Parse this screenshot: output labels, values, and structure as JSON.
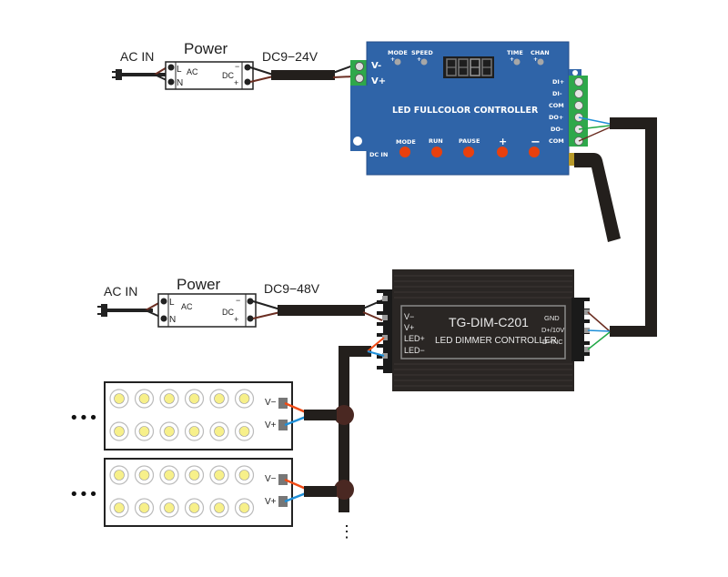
{
  "psu1": {
    "ac_in": "AC IN",
    "title": "Power",
    "ac_label": "AC",
    "l": "L",
    "n": "N",
    "dc_label": "DC",
    "minus": "−",
    "plus": "+",
    "output": "DC9−24V"
  },
  "psu2": {
    "ac_in": "AC IN",
    "title": "Power",
    "ac_label": "AC",
    "l": "L",
    "n": "N",
    "dc_label": "DC",
    "minus": "−",
    "plus": "+",
    "output": "DC9−48V"
  },
  "fullcolor_controller": {
    "title": "LED FULLCOLOR CONTROLLER",
    "v_minus": "V-",
    "v_plus": "V+",
    "dc_in": "DC IN",
    "indicator_labels": [
      "MODE",
      "SPEED",
      "TIME",
      "CHAN"
    ],
    "indicator_plus": "+",
    "buttons": [
      "MODE",
      "RUN",
      "PAUSE",
      "+",
      "−"
    ],
    "terminals": [
      "DI+",
      "DI-",
      "COM",
      "DO+",
      "DO-",
      "COM"
    ],
    "display": "8888"
  },
  "dimmer_controller": {
    "model": "TG-DIM-C201",
    "title": "LED DIMMER CONTROLLER",
    "left_terminals": [
      "V−",
      "V+",
      "LED+",
      "LED−"
    ],
    "right_terminals": [
      "GND",
      "D+/10V",
      "D−/NC"
    ]
  },
  "led_modules": [
    {
      "v_minus": "V−",
      "v_plus": "V+",
      "continuation": "•••",
      "rows": 2,
      "leds_per_row": 6
    },
    {
      "v_minus": "V−",
      "v_plus": "V+",
      "continuation": "•••",
      "rows": 2,
      "leds_per_row": 6
    }
  ],
  "bus_continuation": "⋮",
  "colors": {
    "controller_blue": "#2f64a8",
    "terminal_green": "#2ea84a",
    "button_orange": "#e8400e",
    "dimmer_body": "#2a2624",
    "cable": "#231f1c",
    "junction": "#4a2822",
    "wire_brown": "#6b2e22",
    "wire_blue": "#1e8fd8",
    "wire_green": "#1fa845",
    "wire_red": "#f04a14",
    "led_yellow": "#f7f08a"
  }
}
